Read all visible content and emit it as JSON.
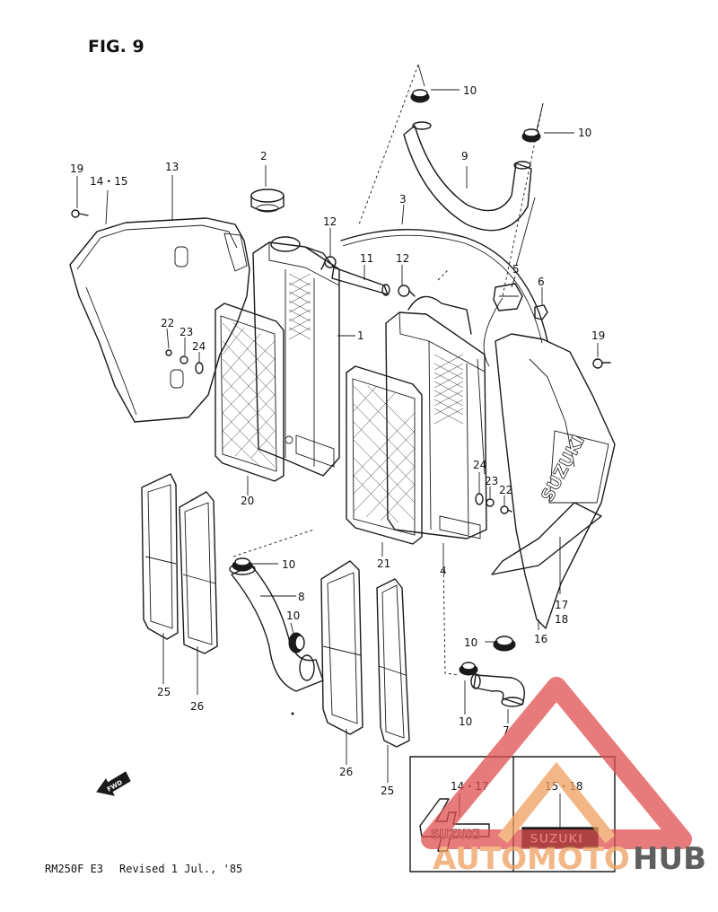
{
  "figure": {
    "title": "FIG. 9"
  },
  "footer": {
    "model": "RM250F E3",
    "revision": "Revised 1 Jul., '85"
  },
  "fwd_label": "FWD",
  "emblem_text": "SUZUKI",
  "shroud_text": "SUZUKI",
  "watermark": {
    "part1": "AUTOMOTO",
    "part2": "HUB",
    "colors": {
      "orange": "#f0a060",
      "red": "#e05050",
      "dark": "#2a2a2a"
    }
  },
  "callouts": [
    {
      "id": "c10a",
      "text": "10"
    },
    {
      "id": "c10b",
      "text": "10"
    },
    {
      "id": "c9",
      "text": "9"
    },
    {
      "id": "c2",
      "text": "2"
    },
    {
      "id": "c3",
      "text": "3"
    },
    {
      "id": "c19a",
      "text": "19"
    },
    {
      "id": "c14-15",
      "text": "14・15"
    },
    {
      "id": "c13",
      "text": "13"
    },
    {
      "id": "c12a",
      "text": "12"
    },
    {
      "id": "c11",
      "text": "11"
    },
    {
      "id": "c12b",
      "text": "12"
    },
    {
      "id": "c5",
      "text": "5"
    },
    {
      "id": "c6",
      "text": "6"
    },
    {
      "id": "c1",
      "text": "1"
    },
    {
      "id": "c22a",
      "text": "22"
    },
    {
      "id": "c23a",
      "text": "23"
    },
    {
      "id": "c24a",
      "text": "24"
    },
    {
      "id": "c19b",
      "text": "19"
    },
    {
      "id": "c20",
      "text": "20"
    },
    {
      "id": "c24b",
      "text": "24"
    },
    {
      "id": "c23b",
      "text": "23"
    },
    {
      "id": "c22b",
      "text": "22"
    },
    {
      "id": "c21",
      "text": "21"
    },
    {
      "id": "c4",
      "text": "4"
    },
    {
      "id": "c17-18",
      "text": "17"
    },
    {
      "id": "c18",
      "text": "18"
    },
    {
      "id": "c10c",
      "text": "10"
    },
    {
      "id": "c8",
      "text": "8"
    },
    {
      "id": "c10d",
      "text": "10"
    },
    {
      "id": "c16",
      "text": "16"
    },
    {
      "id": "c10e",
      "text": "10"
    },
    {
      "id": "c25a",
      "text": "25"
    },
    {
      "id": "c26a",
      "text": "26"
    },
    {
      "id": "c10f",
      "text": "10"
    },
    {
      "id": "c7",
      "text": "7"
    },
    {
      "id": "c26b",
      "text": "26"
    },
    {
      "id": "c25b",
      "text": "25"
    },
    {
      "id": "c14-17",
      "text": "14・17"
    },
    {
      "id": "c15-18",
      "text": "15・18"
    }
  ]
}
